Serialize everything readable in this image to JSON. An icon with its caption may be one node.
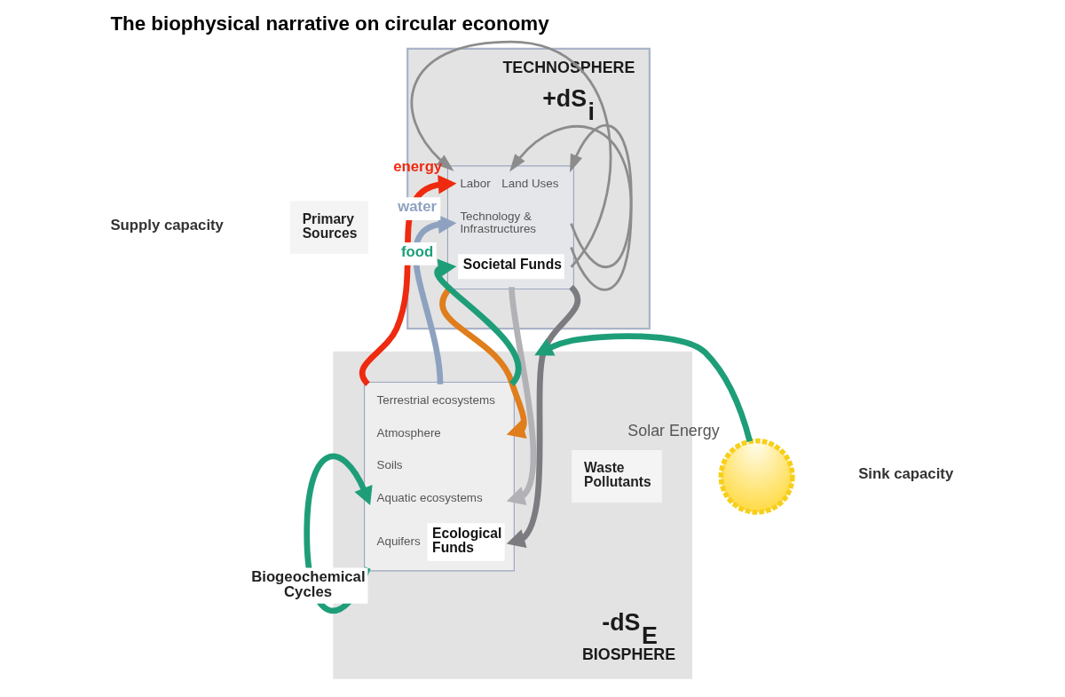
{
  "diagram": {
    "title": "The biophysical narrative on circular economy",
    "nodes": [
      {
        "text": [
          "TECHNOSPHERE",
          "+dS$_{i}$"
        ]
      },
      {
        "text": [
          "Labor",
          "Land Uses",
          "Technology & Infrastructures",
          "Societal Funds"
        ],
        "in": 0
      },
      {
        "text": [
          "Primary Sources"
        ]
      },
      {
        "text": [
          "-dS$_{E}$",
          "BIOSPHERE"
        ]
      },
      {
        "text": [
          "Terrestrial ecosystems",
          "Atmosphere",
          "Soils",
          "Aquatic ecosystems",
          "Aquifers",
          "Ecological Funds"
        ],
        "in": 3
      },
      {
        "text": [
          "Waste Pollutants"
        ],
        "in": 3
      },
      {
        "text": [],
        "shape": "picture",
        "beside": [
          "Solar Energy"
        ]
      }
    ],
    "edges": [
      {
        "from": 4,
        "to": 1,
        "arrow": "to",
        "label": "energy",
        "color": "#ee2a0f"
      },
      {
        "from": 4,
        "to": 1,
        "arrow": "to",
        "label": "water",
        "color": "#8ea2c0"
      },
      {
        "from": 4,
        "to": 1,
        "arrow": "to",
        "label": "food",
        "color": "#1e9e78"
      },
      {
        "from": 1,
        "to": 1,
        "arrow": "to",
        "color": "#8c8c8c"
      },
      {
        "from": 1,
        "to": 1,
        "arrow": "to",
        "color": "#8c8c8c"
      },
      {
        "from": 1,
        "to": 1,
        "arrow": "to",
        "color": "#8c8c8c"
      },
      {
        "from": 1,
        "to": 4,
        "arrow": "to",
        "color": "#e07d1c"
      },
      {
        "from": 1,
        "to": 4,
        "arrow": "to",
        "color": "#b2b2b6"
      },
      {
        "from": 1,
        "to": 4,
        "arrow": "to",
        "color": "#7b7b80"
      },
      {
        "from": 4,
        "to": 4,
        "arrow": "to",
        "label": "Biogeochemical Cycles",
        "color": "#1e9e78"
      },
      {
        "from": 6,
        "to": 3,
        "arrow": "to",
        "color": "#1e9e78"
      }
    ],
    "labels": [
      "Supply capacity",
      "Sink capacity"
    ]
  }
}
